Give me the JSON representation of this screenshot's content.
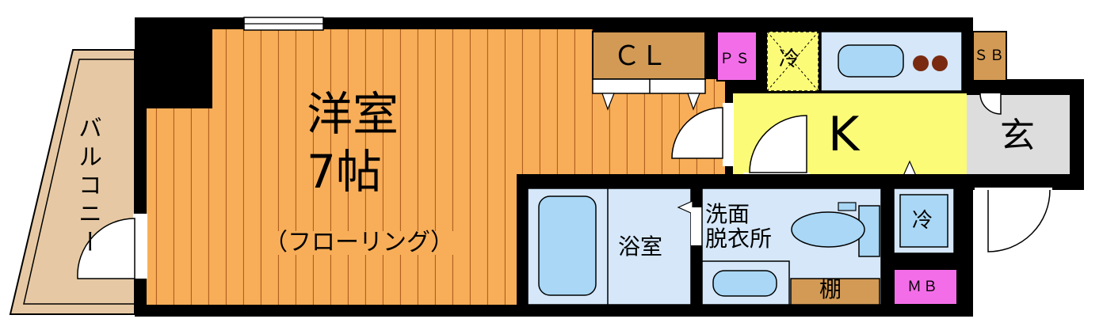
{
  "rooms": {
    "western_room": {
      "name": "洋室",
      "size": "7帖",
      "floor": "（フローリング）"
    },
    "kitchen": "K",
    "entrance": "玄",
    "balcony": "バルコニー",
    "closet": "ＣＬ",
    "pipe_space": "ＰＳ",
    "shoe_box": "ＳＢ",
    "fridge_kitchen": "冷",
    "fridge_entrance": "冷",
    "bathroom": "浴室",
    "washroom": "洗面\n脱衣所",
    "shelf": "棚",
    "meter_box": "ＭＢ"
  },
  "colors": {
    "wall": "#000000",
    "floor_wood": "#f8ae58",
    "floor_lines": "#b06020",
    "kitchen_floor": "#fbfb77",
    "entrance_floor": "#dddddd",
    "balcony": "#e6c9a4",
    "bath": "#d5e7f9",
    "fixture": "#a9d7f5",
    "closet": "#d29a55",
    "pink_box": "#f36de8"
  }
}
